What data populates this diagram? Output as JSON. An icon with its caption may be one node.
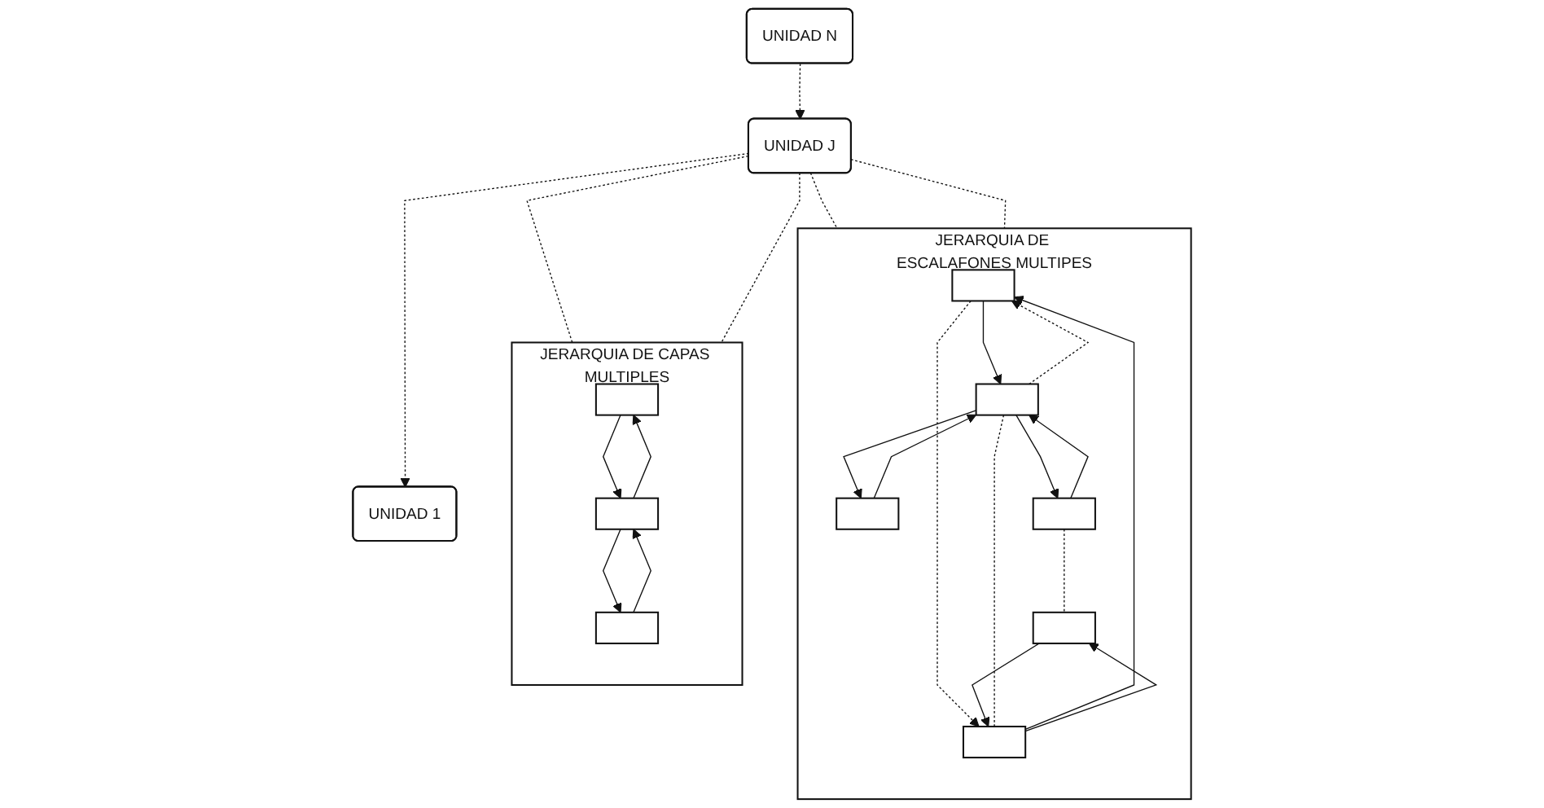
{
  "diagram": {
    "nodes": [
      {
        "text": [
          "UNIDAD N"
        ]
      },
      {
        "text": [
          "UNIDAD J"
        ]
      },
      {
        "text": [
          "UNIDAD 1"
        ]
      },
      {
        "text": [
          "JERARQUIA DE CAPAS MULTIPLES"
        ]
      },
      {
        "text": [],
        "shape": "box",
        "in": 3
      },
      {
        "text": [],
        "shape": "box",
        "in": 3
      },
      {
        "text": [],
        "shape": "box",
        "in": 3
      },
      {
        "text": [
          "JERARQUIA DE ESCALAFONES MULTIPES"
        ]
      },
      {
        "text": [],
        "shape": "box",
        "in": 7
      },
      {
        "text": [],
        "shape": "box",
        "in": 7
      },
      {
        "text": [],
        "shape": "box",
        "in": 7
      },
      {
        "text": [],
        "shape": "box",
        "in": 7
      },
      {
        "text": [],
        "shape": "box",
        "in": 7
      },
      {
        "text": [],
        "shape": "box",
        "in": 7
      }
    ],
    "edges": [
      {
        "from": 0,
        "to": 1,
        "arrow": "to",
        "style": "dashed"
      },
      {
        "from": 1,
        "to": 2,
        "arrow": "to",
        "style": "dashed"
      },
      {
        "from": 1,
        "to": 3,
        "arrow": "none",
        "style": "dashed"
      },
      {
        "from": 1,
        "to": 3,
        "arrow": "none",
        "style": "dashed"
      },
      {
        "from": 1,
        "to": 7,
        "arrow": "none",
        "style": "dashed"
      },
      {
        "from": 1,
        "to": 7,
        "arrow": "none",
        "style": "dashed"
      },
      {
        "from": 4,
        "to": 5,
        "arrow": "to"
      },
      {
        "from": 5,
        "to": 4,
        "arrow": "to"
      },
      {
        "from": 5,
        "to": 6,
        "arrow": "to"
      },
      {
        "from": 6,
        "to": 5,
        "arrow": "to"
      },
      {
        "from": 8,
        "to": 9,
        "arrow": "to"
      },
      {
        "from": 9,
        "to": 8,
        "arrow": "to",
        "style": "dashed"
      },
      {
        "from": 8,
        "to": 10,
        "arrow": "to",
        "style": "dashed"
      },
      {
        "from": 10,
        "to": 8,
        "arrow": "to"
      },
      {
        "from": 9,
        "to": 11,
        "arrow": "to"
      },
      {
        "from": 11,
        "to": 9,
        "arrow": "to"
      },
      {
        "from": 9,
        "to": 12,
        "arrow": "to"
      },
      {
        "from": 12,
        "to": 9,
        "arrow": "to"
      },
      {
        "from": 10,
        "to": 13,
        "arrow": "to"
      },
      {
        "from": 13,
        "to": 10,
        "arrow": "to"
      },
      {
        "from": 9,
        "to": 10,
        "arrow": "none",
        "style": "dashed"
      },
      {
        "from": 12,
        "to": 13,
        "arrow": "none",
        "style": "dashed"
      }
    ]
  }
}
